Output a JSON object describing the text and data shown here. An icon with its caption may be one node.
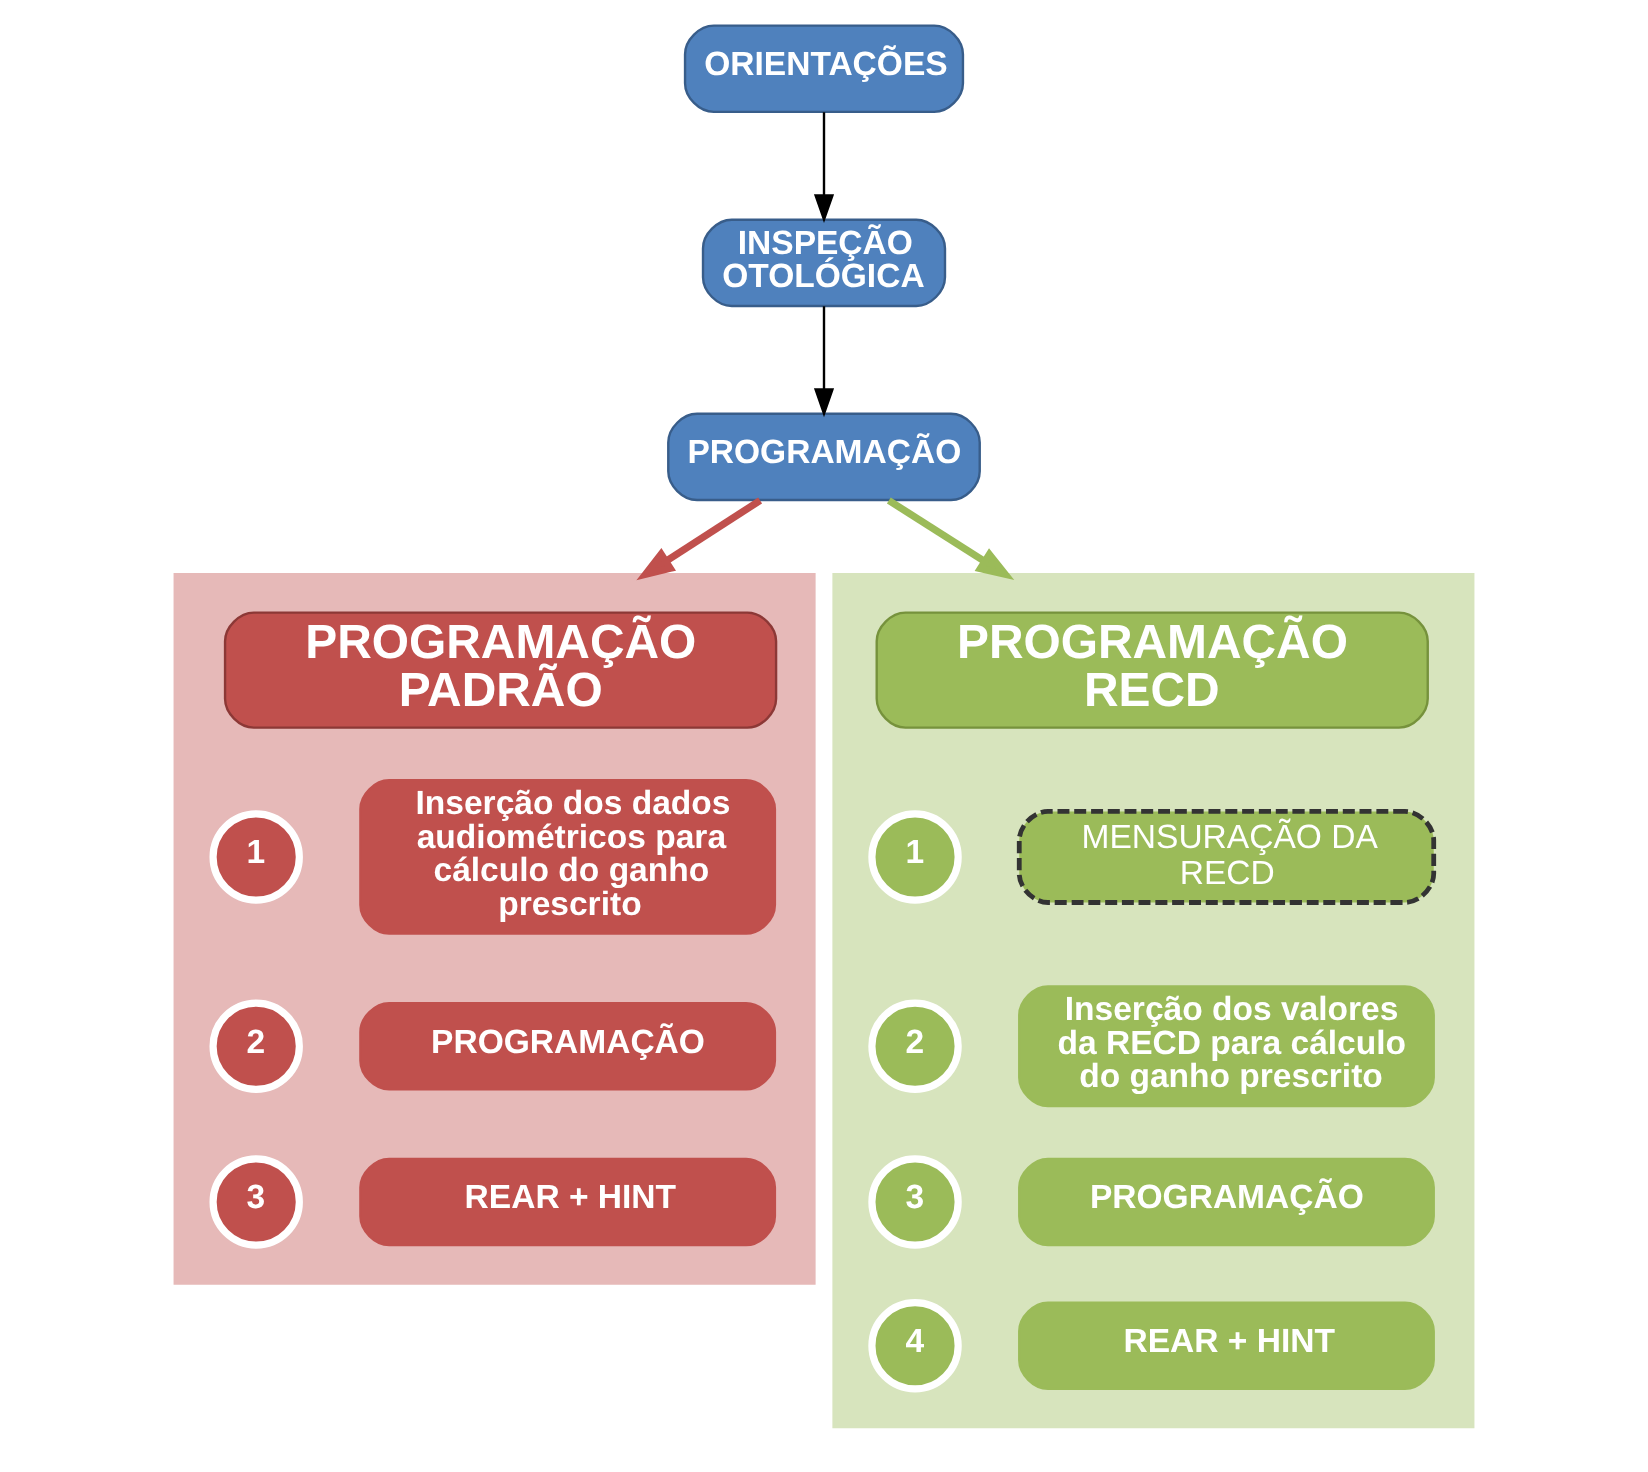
{
  "diagram": {
    "nodes": [
      {
        "text": [
          "ORIENTAÇÕES"
        ]
      },
      {
        "text": [
          "INSPEÇÃO OTOLÓGICA"
        ]
      },
      {
        "text": [
          "PROGRAMAÇÃO"
        ]
      },
      {
        "text": [],
        "shape": "box"
      },
      {
        "text": [
          "PROGRAMAÇÃO PADRÃO"
        ],
        "in": 3
      },
      {
        "text": [
          "1"
        ],
        "in": 3
      },
      {
        "text": [
          "Inserção dos dados audiométricos para cálculo do ganho prescrito"
        ],
        "in": 3
      },
      {
        "text": [
          "2"
        ],
        "in": 3
      },
      {
        "text": [
          "PROGRAMAÇÃO"
        ],
        "in": 3
      },
      {
        "text": [
          "3"
        ],
        "in": 3
      },
      {
        "text": [
          "REAR + HINT"
        ],
        "in": 3
      },
      {
        "text": [],
        "shape": "box"
      },
      {
        "text": [
          "PROGRAMAÇÃO RECD"
        ],
        "in": 11
      },
      {
        "text": [
          "1"
        ],
        "in": 11
      },
      {
        "text": [
          "MENSURAÇÃO DA RECD"
        ],
        "in": 11
      },
      {
        "text": [
          "2"
        ],
        "in": 11
      },
      {
        "text": [
          "Inserção dos valores da RECD para cálculo do ganho prescrito"
        ],
        "in": 11
      },
      {
        "text": [
          "3"
        ],
        "in": 11
      },
      {
        "text": [
          "PROGRAMAÇÃO"
        ],
        "in": 11
      },
      {
        "text": [
          "4"
        ],
        "in": 11
      },
      {
        "text": [
          "REAR + HINT"
        ],
        "in": 11
      }
    ],
    "edges": [
      {
        "from": 0,
        "to": 1,
        "arrow": "to"
      },
      {
        "from": 1,
        "to": 2,
        "arrow": "to"
      },
      {
        "from": 2,
        "to": 3,
        "arrow": "to",
        "style": "thick",
        "color": "#c0504d"
      },
      {
        "from": 2,
        "to": 11,
        "arrow": "to",
        "style": "thick",
        "color": "#9bbb59"
      }
    ]
  }
}
